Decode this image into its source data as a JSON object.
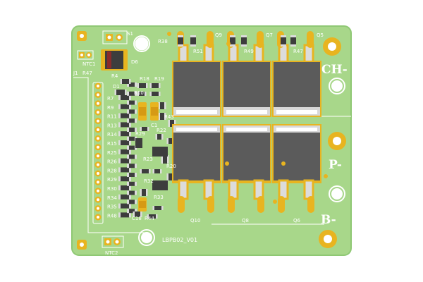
{
  "board": {
    "colors": {
      "pcb": "#a8d78a",
      "pcb_edge": "#8fc874",
      "pad": "#e8b420",
      "pad_dark": "#c9971a",
      "mosfet": "#5b5b5b",
      "silk": "#ffffff"
    },
    "version_label": "LBPB02_V01",
    "terminal_labels": {
      "ch": "CH-",
      "p": "P-",
      "b": "B-"
    },
    "connector_labels": {
      "j1": "J1",
      "r47": "R47",
      "ntc1": "NTC1",
      "s1": "S1",
      "ntc2": "NTC2"
    },
    "mosfet_labels": {
      "q9": "Q9",
      "q7": "Q7",
      "q5": "Q5",
      "q10": "Q10",
      "q8": "Q8",
      "q6": "Q6"
    },
    "resistor_top_labels": {
      "r38": "R38",
      "r51": "R51",
      "r49": "R49",
      "r47b": "R47"
    },
    "small_labels": {
      "d6": "D6",
      "r4": "R4",
      "r18": "R18",
      "r19": "R19",
      "d1": "D1",
      "r10": "R10",
      "r22": "R22",
      "r43": "R43",
      "r29b": "R29",
      "r32": "R32",
      "r44": "R44",
      "r33": "R33",
      "c1": "C1",
      "r23": "R23",
      "r20": "R20",
      "c18": "C18"
    },
    "resistor_column_labels": [
      "R7",
      "R9",
      "R11",
      "R13",
      "R14",
      "R15",
      "R25",
      "R26",
      "R28",
      "R29",
      "R30",
      "R34",
      "R35",
      "R48"
    ]
  }
}
